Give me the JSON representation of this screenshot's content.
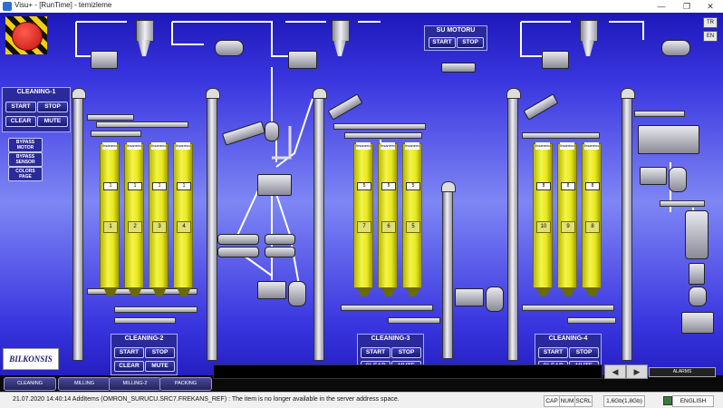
{
  "window": {
    "title": "Visu+ - [RunTime] - temizleme",
    "controls": [
      "—",
      "❐",
      "✕"
    ]
  },
  "lang": {
    "tr": "TR",
    "en": "EN"
  },
  "su_motoru": {
    "title": "SU MOTORU",
    "start": "START",
    "stop": "STOP"
  },
  "cleaning1": {
    "title": "CLEANING-1",
    "start": "START",
    "stop": "STOP",
    "clear": "CLEAR",
    "mute": "MUTE"
  },
  "side_buttons": {
    "bypass_motor": "BYPASS MOTOR",
    "bypass_sensor": "BYPASS SENSOR",
    "colors_page": "COLORS PAGE"
  },
  "cleaning2": {
    "title": "CLEANING-2",
    "start": "START",
    "stop": "STOP",
    "clear": "CLEAR",
    "mute": "MUTE"
  },
  "cleaning3": {
    "title": "CLEANING-3",
    "start": "START",
    "stop": "STOP",
    "clear": "CLEAR",
    "mute": "MUTE"
  },
  "cleaning4": {
    "title": "CLEANING-4",
    "start": "START",
    "stop": "STOP",
    "clear": "CLEAR",
    "mute": "MUTE"
  },
  "silos": [
    {
      "label": "Ihsaneno",
      "indicator": "1",
      "number": "1"
    },
    {
      "label": "Ihsaneno",
      "indicator": "1",
      "number": "2"
    },
    {
      "label": "Ihsaneno",
      "indicator": "1",
      "number": "3"
    },
    {
      "label": "Ihsaneno",
      "indicator": "1",
      "number": "4"
    },
    {
      "label": "Ihsaneno",
      "indicator": "5",
      "number": "7"
    },
    {
      "label": "Ihsaneno",
      "indicator": "5",
      "number": "6"
    },
    {
      "label": "Ihsaneno",
      "indicator": "5",
      "number": "5"
    },
    {
      "label": "Ihsaneno",
      "indicator": "8",
      "number": "10"
    },
    {
      "label": "Ihsaneno",
      "indicator": "8",
      "number": "9"
    },
    {
      "label": "Ihsaneno",
      "indicator": "8",
      "number": "8"
    }
  ],
  "logo": "BILKONSIS",
  "nav": {
    "cleaning": "CLEANING",
    "milling": "MILLING",
    "milling2": "MILLING-2",
    "packing": "PACKING",
    "alarms": "ALARMS",
    "prev": "◀",
    "next": "▶"
  },
  "status": {
    "message": "21.07.2020 14:40:14 AddItems (OMRON_SURUCU.SRC7.FREKANS_REF) : The item is no longer available in the server address space.",
    "cap": "CAP",
    "num": "NUM",
    "scrl": "SCRL",
    "memory": "1,6Gb(1,8Gb)",
    "language": "ENGLISH"
  }
}
